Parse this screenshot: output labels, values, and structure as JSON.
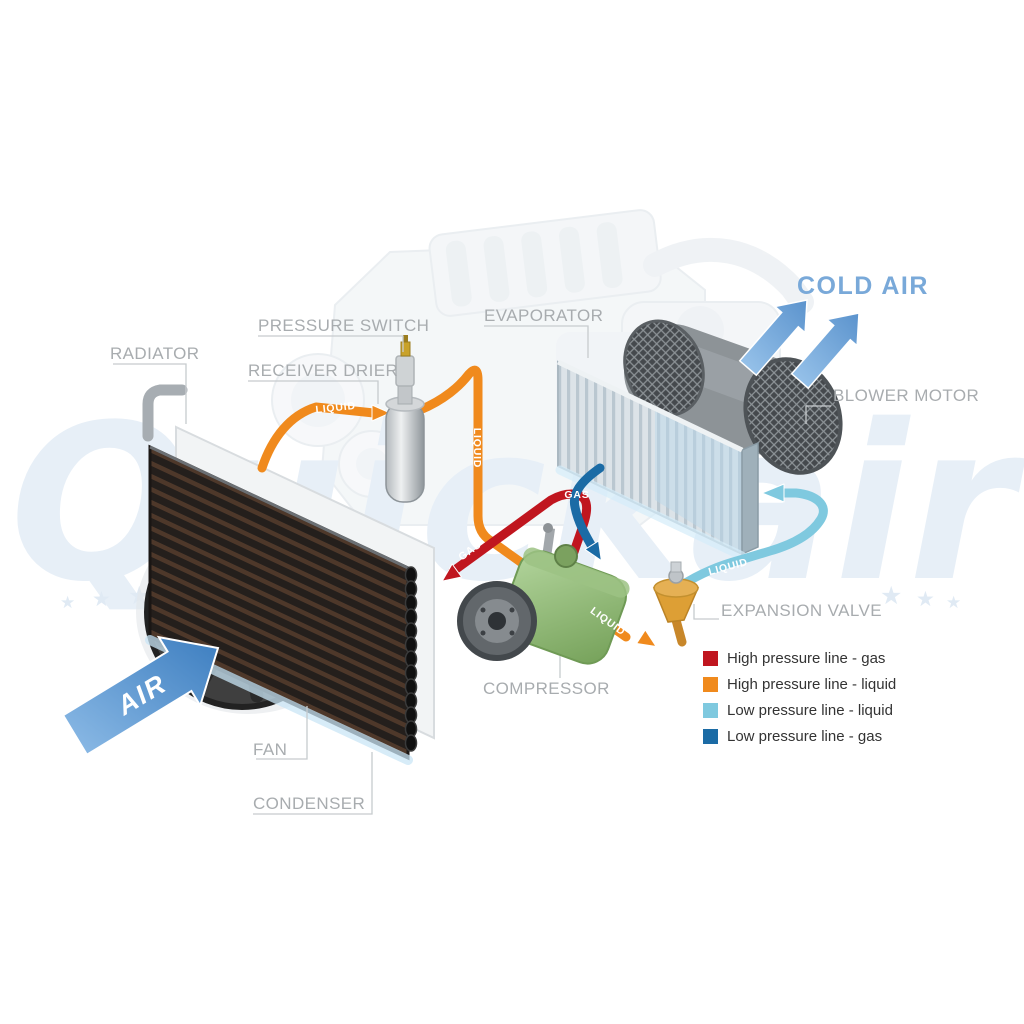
{
  "watermark": {
    "text": "Quickair",
    "star": "★"
  },
  "air_flow": {
    "air_label": "AIR",
    "cold_air_label": "COLD AIR"
  },
  "component_labels": {
    "radiator": "RADIATOR",
    "pressure_switch": "PRESSURE SWITCH",
    "receiver_drier": "RECEIVER DRIER",
    "evaporator": "EVAPORATOR",
    "blower_motor": "BLOWER MOTOR",
    "expansion_valve": "EXPANSION VALVE",
    "compressor": "COMPRESSOR",
    "fan": "FAN",
    "condenser": "CONDENSER"
  },
  "pipe_labels": {
    "condenser_to_drier": "LIQUID",
    "drier_down": "LIQUID",
    "to_expansion_valve": "LIQUID",
    "compressor_to_condenser": "GAS",
    "evaporator_to_compressor": "GAS",
    "valve_to_evaporator": "LIQUID"
  },
  "legend": {
    "items": [
      {
        "label": "High pressure line - gas",
        "color": "#c0161f"
      },
      {
        "label": "High pressure line - liquid",
        "color": "#f08a1d"
      },
      {
        "label": "Low pressure line - liquid",
        "color": "#7fc9df"
      },
      {
        "label": "Low pressure line -  gas",
        "color": "#1b6ba5"
      }
    ]
  },
  "colors": {
    "high_pressure_gas": "#c0161f",
    "high_pressure_liquid": "#f08a1d",
    "low_pressure_liquid": "#7fc9df",
    "low_pressure_gas": "#1b6ba5",
    "cold_air_text": "#79a9d9",
    "label_text": "#a8acaf",
    "watermark": "#e7eff7"
  }
}
